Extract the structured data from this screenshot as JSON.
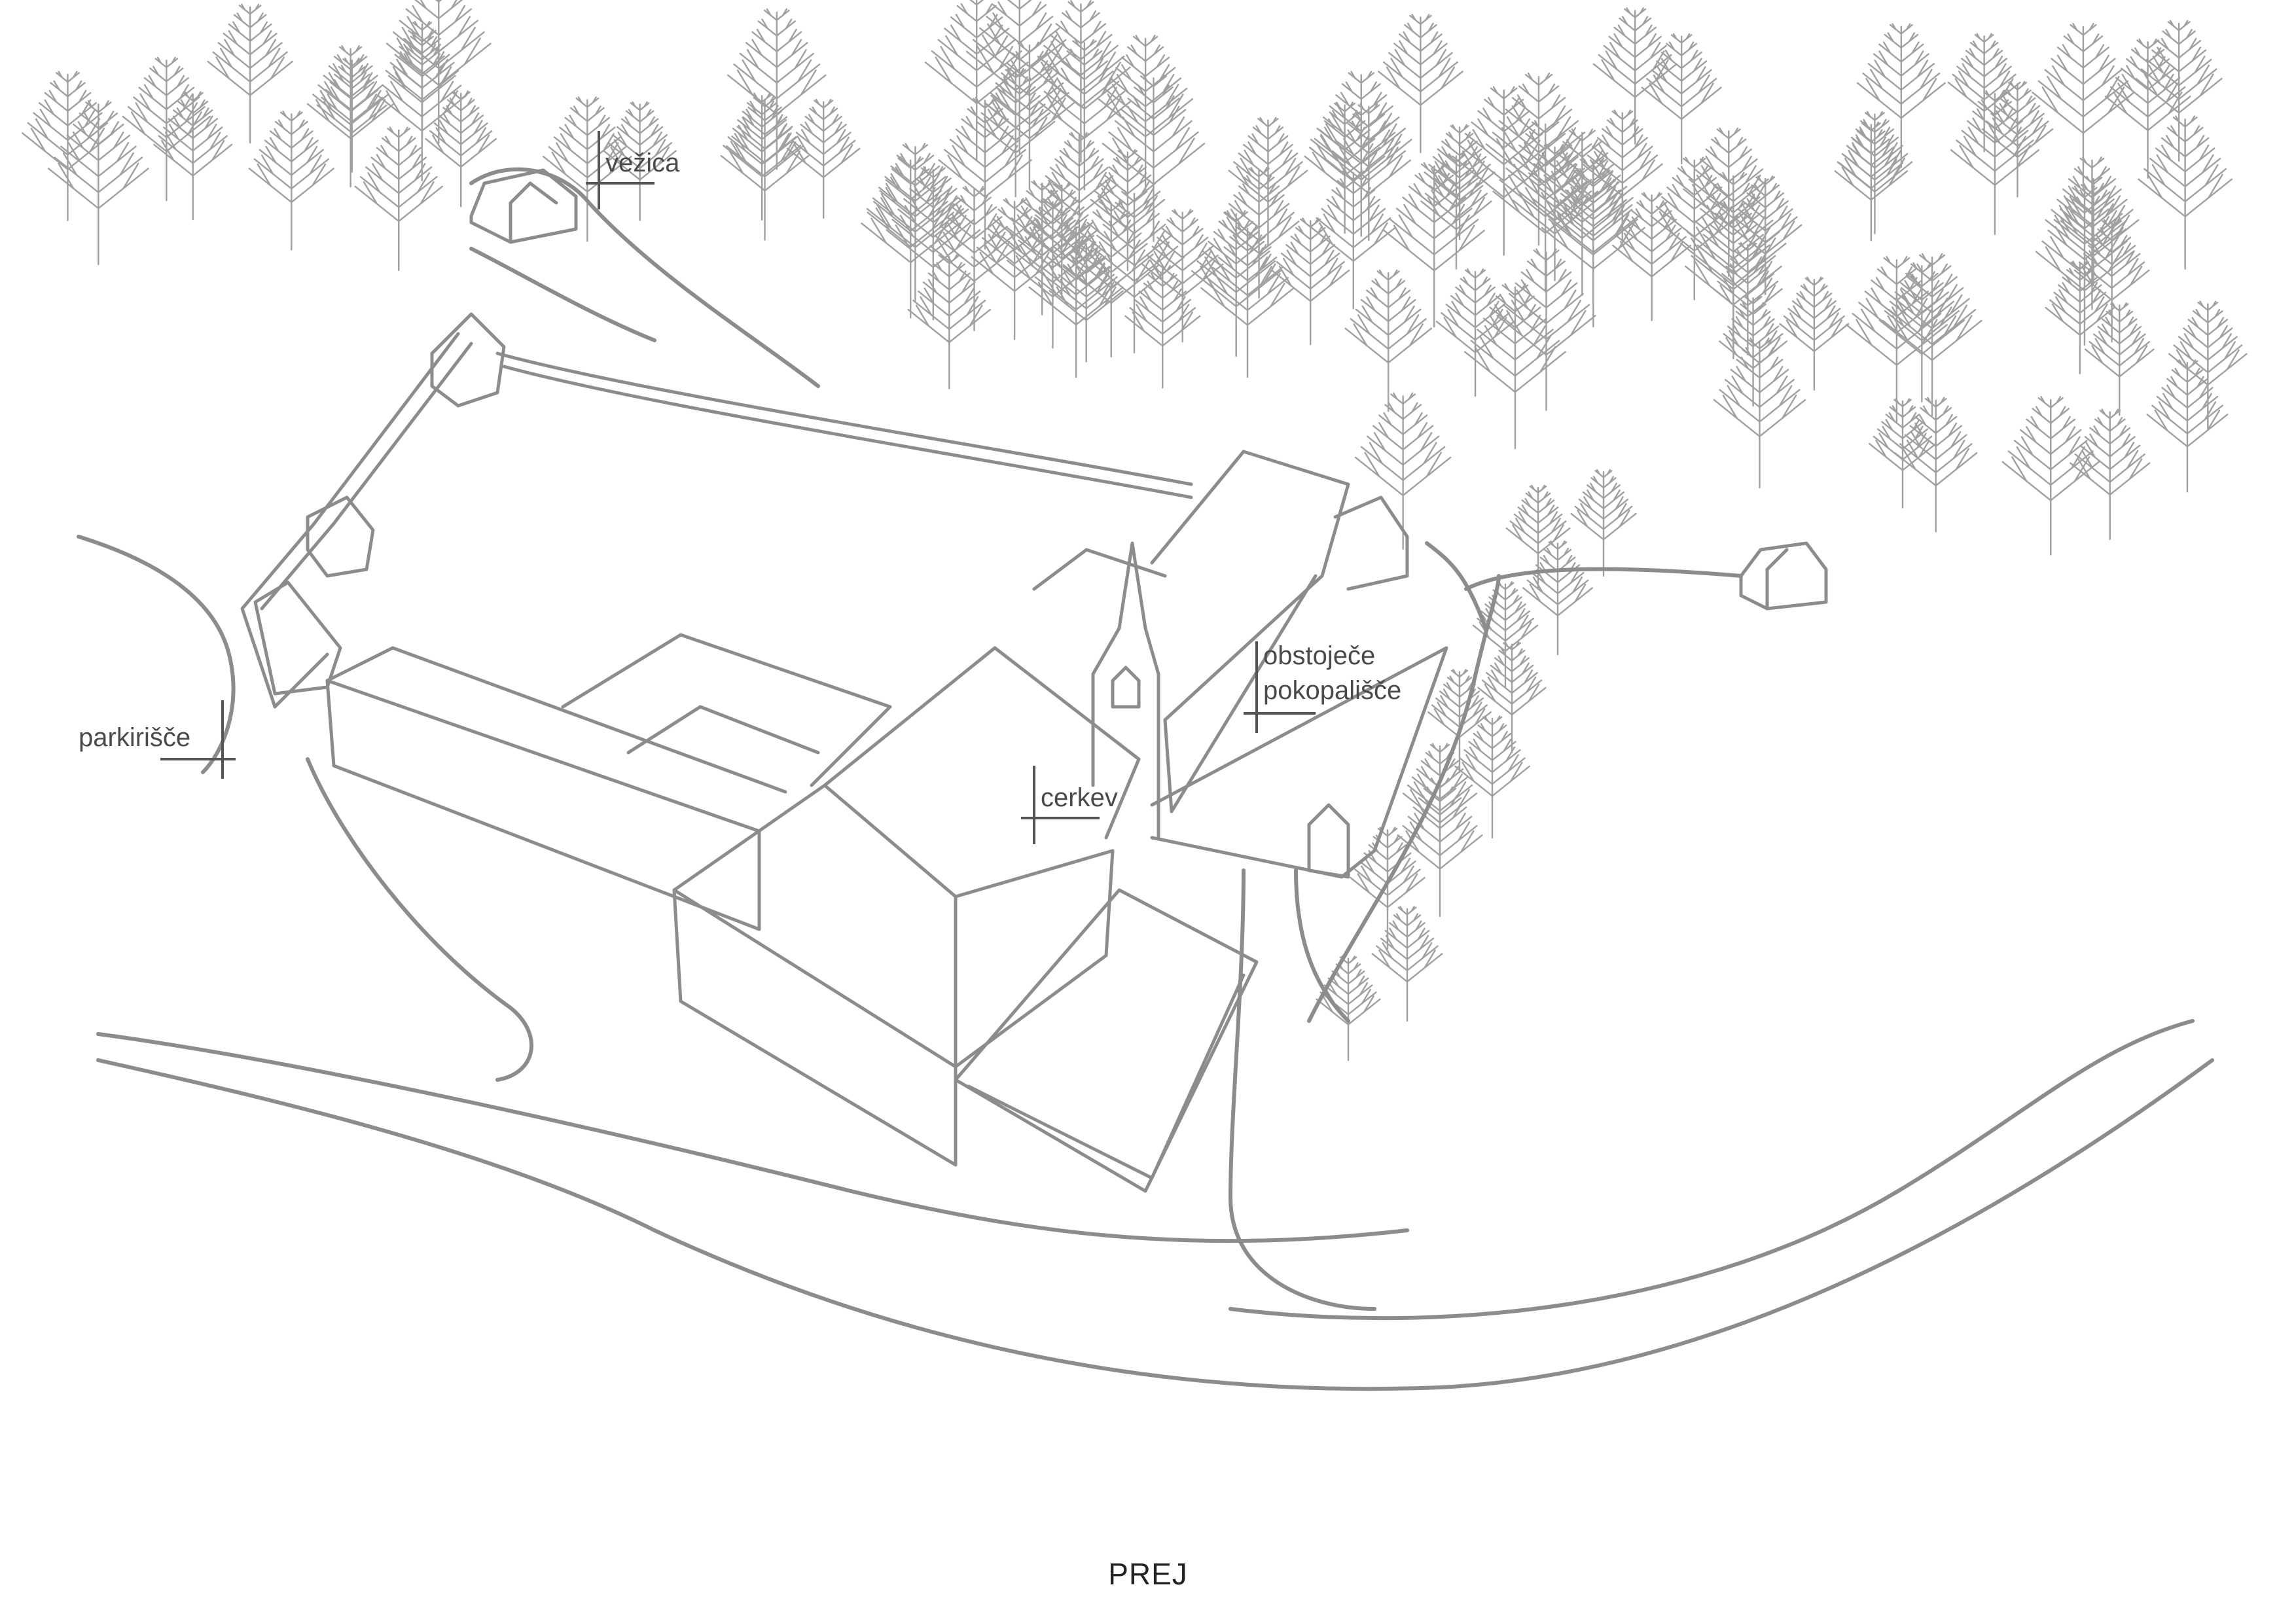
{
  "labels": {
    "vezica": "vežica",
    "parkirisce": "parkirišče",
    "cerkev": "cerkev",
    "pokopalisce_1": "obstoječe",
    "pokopalisce_2": "pokopališče"
  },
  "caption": "PREJ",
  "colors": {
    "line": "#8c8c8c",
    "tree": "#a0a0a0",
    "text": "#4a4a4a"
  }
}
